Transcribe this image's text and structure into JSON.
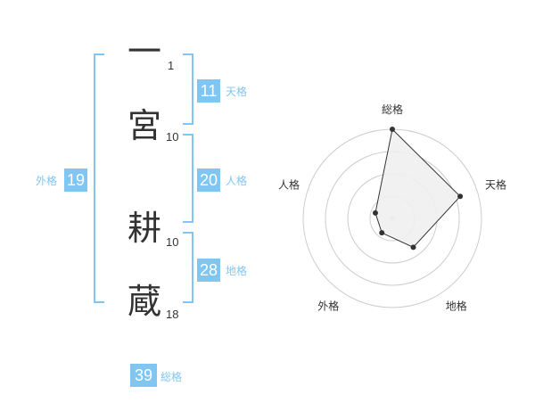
{
  "name": {
    "characters": [
      {
        "char": "一",
        "strokes": "1"
      },
      {
        "char": "宮",
        "strokes": "10"
      },
      {
        "char": "耕",
        "strokes": "10"
      },
      {
        "char": "蔵",
        "strokes": "18"
      }
    ]
  },
  "kaku": {
    "tenkaku": {
      "value": "11",
      "label": "天格"
    },
    "jinkaku": {
      "value": "20",
      "label": "人格"
    },
    "chikaku": {
      "value": "28",
      "label": "地格"
    },
    "gaikaku": {
      "value": "19",
      "label": "外格"
    },
    "soukaku": {
      "value": "39",
      "label": "総格"
    }
  },
  "radar": {
    "axes": [
      "総格",
      "天格",
      "地格",
      "外格",
      "人格"
    ],
    "levels": 4,
    "max": 5,
    "values": [
      5,
      4,
      2,
      1,
      1
    ],
    "colors": {
      "accent": "#7fc6f2",
      "fill": "#efefef",
      "line": "#333333",
      "grid": "#cccccc"
    }
  }
}
